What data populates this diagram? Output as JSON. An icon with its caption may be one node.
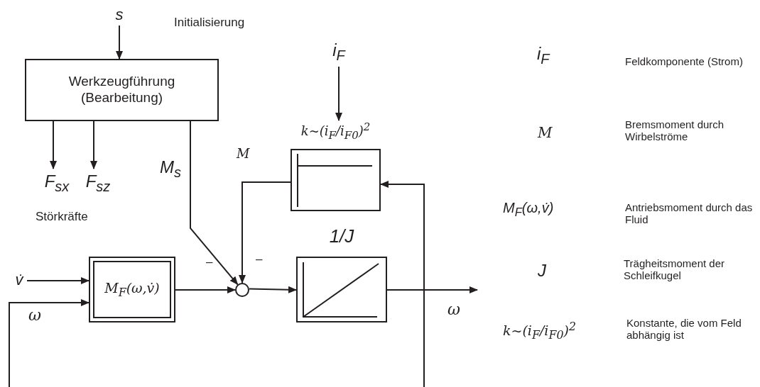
{
  "diagram": {
    "nodes": [
      {
        "text": [
          "s"
        ]
      },
      {
        "text": [
          "Werkzeugführung (Bearbeitung)"
        ]
      },
      {
        "text": [
          "F$_{sx}$"
        ]
      },
      {
        "text": [
          "F$_{sz}$"
        ]
      },
      {
        "text": [
          "i$_{F}$"
        ]
      },
      {
        "text": [
          "k~(i$_{F}$/i$_{F0}$)$^{2}$"
        ]
      },
      {
        "text": [
          "v̇"
        ]
      },
      {
        "text": [
          "M$_{F}$(ω,v̇)"
        ]
      },
      {
        "text": [],
        "shape": "circle"
      },
      {
        "text": [
          "1/J"
        ]
      }
    ],
    "edges": [
      {
        "from": 0,
        "to": 1,
        "arrow": "to"
      },
      {
        "from": 1,
        "to": 2,
        "arrow": "to"
      },
      {
        "from": 1,
        "to": 3,
        "arrow": "to"
      },
      {
        "from": 4,
        "to": 5,
        "arrow": "to"
      },
      {
        "from": 6,
        "to": 7,
        "arrow": "to"
      },
      {
        "from": null,
        "to": 7,
        "arrow": "to",
        "label": "ω"
      },
      {
        "from": 1,
        "to": 8,
        "arrow": "to",
        "label": "M$_{s}$"
      },
      {
        "from": 5,
        "to": 8,
        "arrow": "to",
        "label": "M"
      },
      {
        "from": 7,
        "to": 8,
        "arrow": "to"
      },
      {
        "from": 8,
        "to": 9,
        "arrow": "to"
      },
      {
        "from": 9,
        "to": null,
        "arrow": "to",
        "label": "ω"
      },
      {
        "from": null,
        "to": 5,
        "arrow": "to"
      }
    ],
    "labels": [
      "Initialisierung",
      "Störkräfte",
      "–",
      "–",
      "i$_{F}$",
      "Feldkomponente (Strom)",
      "M",
      "Bremsmoment durch Wirbelströme",
      "M$_{F}$(ω,v̇)",
      "Antriebsmoment durch das Fluid",
      "J",
      "Trägheitsmoment der Schleifkugel",
      "k~(i$_{F}$/i$_{F0}$)$^{2}$",
      "Konstante, die vom Feld abhängig ist"
    ]
  }
}
